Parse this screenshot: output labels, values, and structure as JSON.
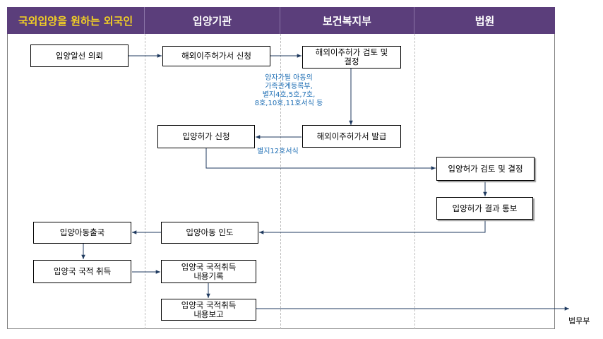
{
  "lanes": {
    "foreigner": "국외입양을 원하는 외국인",
    "agency": "입양기관",
    "ministry": "보건복지부",
    "court": "법원"
  },
  "colors": {
    "header_bg": "#5b3e7b",
    "header_text_first": "#f2d024",
    "header_text": "#ffffff",
    "note_text": "#1f6fb5"
  },
  "steps": {
    "adoption_mediation_request": "입양알선 의뢰",
    "overseas_emigration_apply": "해외이주허가서 신청",
    "overseas_emigration_review": "해외이주허가 검토 및\n결정",
    "overseas_emigration_issue": "해외이주허가서 발급",
    "adoption_permit_apply": "입양허가 신청",
    "adoption_permit_review": "입양허가 검토 및 결정",
    "adoption_permit_notify": "입양허가 결과 통보",
    "child_handover": "입양아동 인도",
    "child_departure": "입양아동출국",
    "nationality_acquire": "입양국 국적 취득",
    "nationality_record": "입양국 국적취득\n내용기록",
    "nationality_report": "입양국 국적취득\n내용보고"
  },
  "notes": {
    "documents": "양자가될 아동의\n가족관계등록부,\n별지4호,5호,7호,\n8호,10호,11호서식 등",
    "form12": "별지12호서식"
  },
  "external": {
    "ministry_of_justice": "법무부"
  }
}
